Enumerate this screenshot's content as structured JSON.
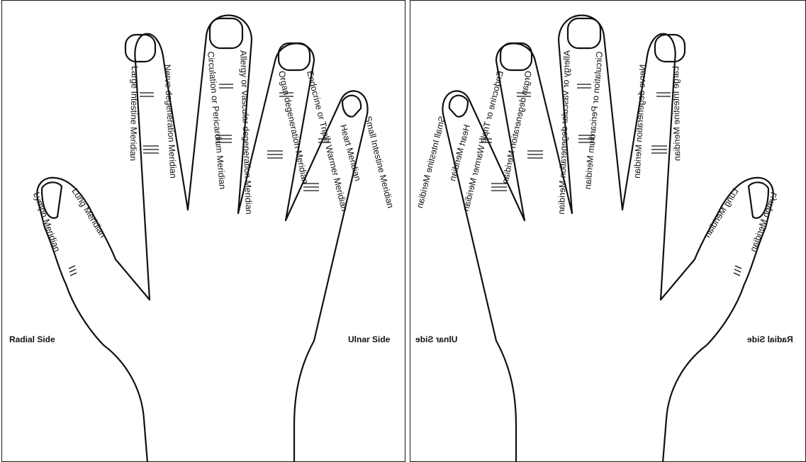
{
  "left_hand": {
    "radial_label": "Radial Side",
    "ulnar_label": "Ulnar Side",
    "meridians": {
      "lymph": "Lymph Meridian",
      "lung": "Lung Meridian",
      "large_intestine": "Large Intestine Meridian",
      "nerve_degeneration": "Nerve degeneration Meridian",
      "circulation": "Circulation or Pericardium Meridian",
      "allergy": "Allergy or Vascular degeneration Meridian",
      "organ_degeneration": "Organ degeneration Meridian",
      "endocrine": "Endocrine or Triple Warmer Meridian",
      "heart": "Heart Meridian",
      "small_intestine": "Small Intestine Meridian"
    }
  },
  "right_hand": {
    "ulnar_label": "Ulnar Side",
    "radial_label": "Radial Side",
    "meridians": {
      "lymph": "Lymph Meridian",
      "lung": "Lung Meridian",
      "large_intestine": "Large Intestine Meridian",
      "nerve_degeneration": "Nerve degeneration Meridian",
      "circulation": "Circulation or Pericardium Meridian",
      "allergy": "Allergy or Vascular degeneration Meridian",
      "organ_degeneration": "Organ degeneration Meridian",
      "endocrine": "Endocrine or Triple Warmer Meridian",
      "heart": "Heart Meridian",
      "small_intestine": "Small Intestine Meridian"
    }
  }
}
